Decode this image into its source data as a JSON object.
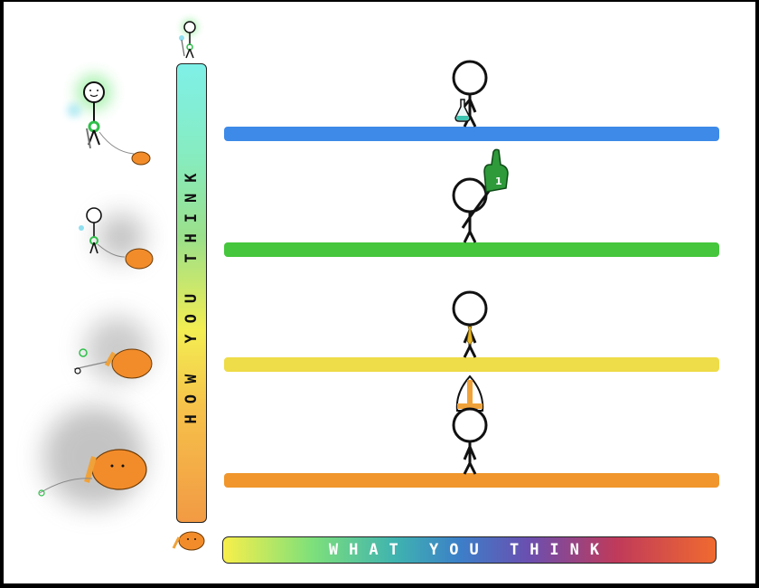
{
  "axes": {
    "vertical_label": "HOW YOU THINK",
    "horizontal_label": "WHAT YOU THINK"
  },
  "levels": [
    {
      "shelf_color": "#3d8ae8",
      "figure_prop": "flask-icon"
    },
    {
      "shelf_color": "#45c63c",
      "figure_prop": "foam-finger-icon",
      "prop_text": "1"
    },
    {
      "shelf_color": "#eedc48",
      "figure_prop": "tie-icon"
    },
    {
      "shelf_color": "#f0962c",
      "figure_prop": "mitre-hat-icon"
    }
  ],
  "colors": {
    "blob_orange": "#f28c2a",
    "glow_green": "#4ee35a"
  }
}
